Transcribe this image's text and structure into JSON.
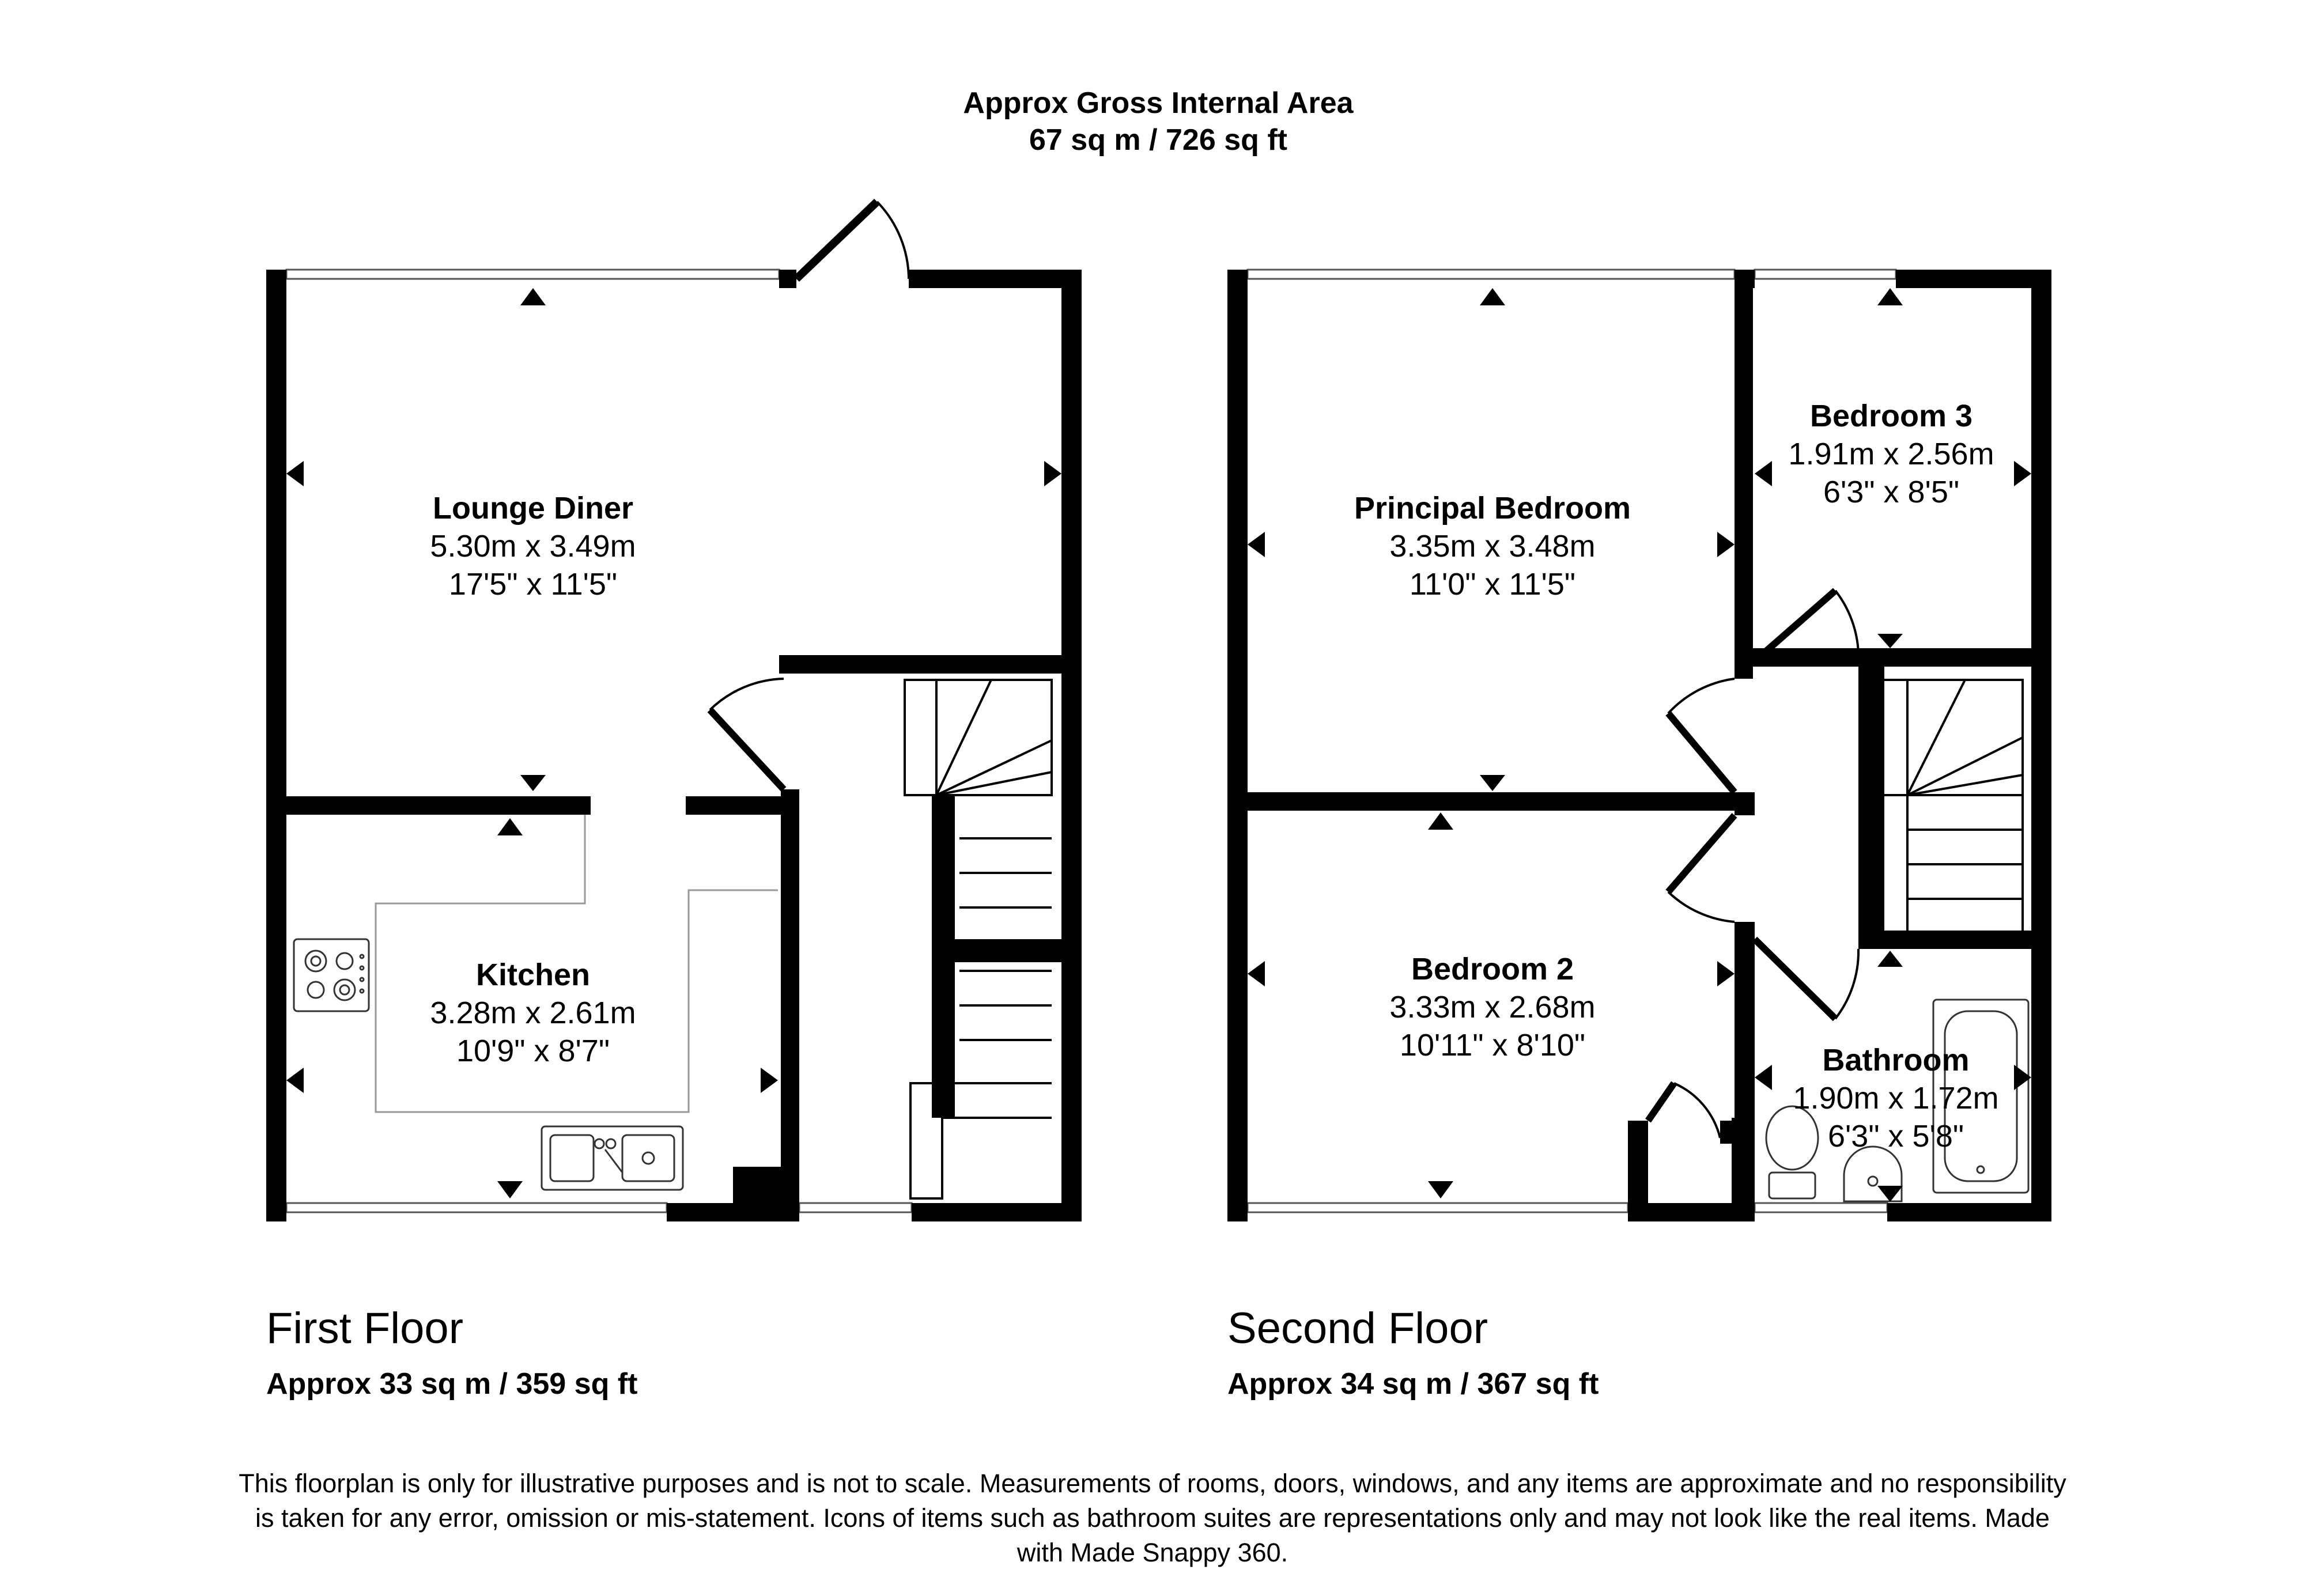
{
  "header": {
    "line1": "Approx Gross Internal Area",
    "line2": "67 sq m / 726 sq ft"
  },
  "floors": [
    {
      "name": "First Floor",
      "area": "Approx 33 sq m / 359 sq ft",
      "rooms": [
        {
          "name": "Lounge Diner",
          "metric": "5.30m x 3.49m",
          "imperial": "17'5\" x 11'5\""
        },
        {
          "name": "Kitchen",
          "metric": "3.28m x 2.61m",
          "imperial": "10'9\" x 8'7\""
        }
      ]
    },
    {
      "name": "Second Floor",
      "area": "Approx 34 sq m / 367 sq ft",
      "rooms": [
        {
          "name": "Principal Bedroom",
          "metric": "3.35m x 3.48m",
          "imperial": "11'0\" x 11'5\""
        },
        {
          "name": "Bedroom 3",
          "metric": "1.91m x 2.56m",
          "imperial": "6'3\" x 8'5\""
        },
        {
          "name": "Bedroom 2",
          "metric": "3.33m x 2.68m",
          "imperial": "10'11\" x 8'10\""
        },
        {
          "name": "Bathroom",
          "metric": "1.90m x 1.72m",
          "imperial": "6'3\" x 5'8\""
        }
      ]
    }
  ],
  "disclaimer": "This floorplan is only for illustrative purposes and is not to scale. Measurements of rooms, doors, windows, and any items are approximate and no responsibility is taken for any error, omission or mis-statement. Icons of items such as bathroom suites are representations only and may not look like the real items. Made with Made Snappy 360.",
  "colors": {
    "wall": "#000000",
    "fixture": "#999999",
    "background": "#ffffff"
  }
}
